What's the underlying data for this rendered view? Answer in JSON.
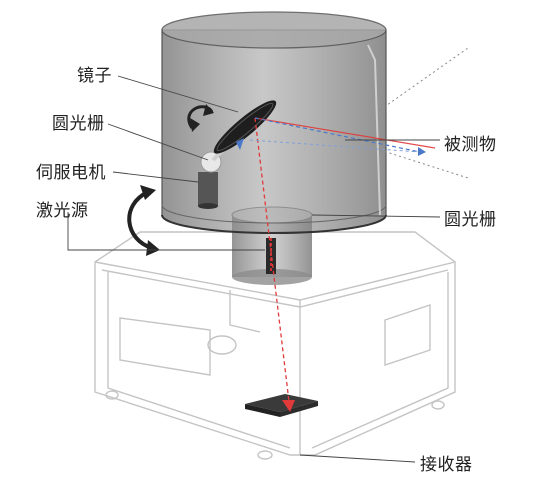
{
  "labels": {
    "mirror": "镜子",
    "upper_grating": "圆光栅",
    "servo_motor": "伺服电机",
    "laser_source": "激光源",
    "measured_object": "被测物",
    "lower_grating": "圆光栅",
    "receiver": "接收器"
  },
  "colors": {
    "laser_beam": "#e03a3a",
    "reflected_beam": "#4a78c8",
    "cylinder_fill": "#8a8a8a",
    "box_outline": "#bbbbbb"
  }
}
